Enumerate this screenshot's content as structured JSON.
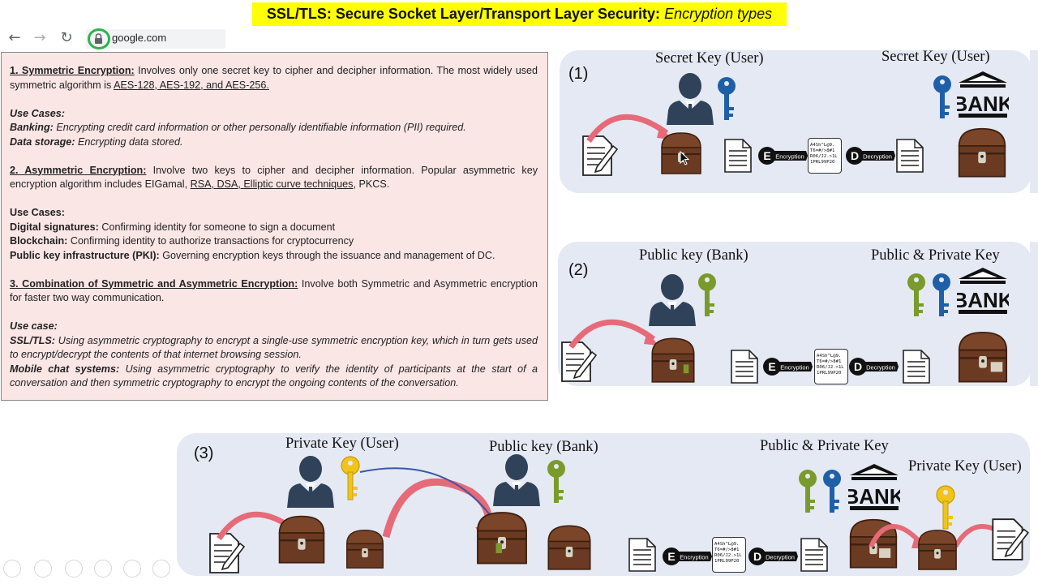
{
  "title": {
    "main": "SSL/TLS: Secure Socket Layer/Transport Layer Security:",
    "italic": "Encryption types"
  },
  "browser": {
    "back": "←",
    "forward": "→",
    "reload": "↻",
    "url": "google.com"
  },
  "text_panel": {
    "s1_heading": "1. Symmetric Encryption:",
    "s1_body": " Involves only one secret key to cipher and decipher information. The most widely used symmetric algorithm is ",
    "s1_algos": "AES-128, AES-192, and AES-256.",
    "uc1_heading": "Use Cases:",
    "uc1_a_label": "Banking:",
    "uc1_a_text": " Encrypting credit card information or other personally identifiable information (PII) required.",
    "uc1_b_label": "Data storage:",
    "uc1_b_text": " Encrypting data stored.",
    "s2_heading": "2. Asymmetric Encryption:",
    "s2_body": "  Involve two keys to cipher and decipher information. Popular asymmetric key encryption algorithm includes EIGamal, ",
    "s2_algos": "RSA, DSA, Elliptic curve techniques",
    "s2_tail": ", PKCS.",
    "uc2_heading": "Use Cases:",
    "uc2_a_label": "Digital signatures:",
    "uc2_a_text": " Confirming identity for someone to sign a document",
    "uc2_b_label": "Blockchain:",
    "uc2_b_text": " Confirming identity to authorize transactions for cryptocurrency",
    "uc2_c_label": "Public key infrastructure (PKI):",
    "uc2_c_text": " Governing encryption keys through the issuance and management of DC.",
    "s3_heading": "3. Combination of Symmetric and Asymmetric Encryption:",
    "s3_body": " Involve both Symmetric and Asymmetric encryption for faster two way communication.",
    "uc3_heading": "Use case:",
    "uc3_a_label": "SSL/TLS:",
    "uc3_a_text": " Using asymmetric cryptography to encrypt a single-use symmetric encryption key, which in turn gets used to encrypt/decrypt the contents of that internet browsing session.",
    "uc3_b_label": "Mobile chat systems:",
    "uc3_b_text": " Using asymmetric cryptography to verify the identity of participants at the start of a conversation and then symmetric cryptography to encrypt the ongoing contents of the conversation."
  },
  "diagram1": {
    "num": "(1)",
    "left_label": "Secret Key (User)",
    "right_label": "Secret Key (User)"
  },
  "diagram2": {
    "num": "(2)",
    "left_label": "Public key (Bank)",
    "right_label": "Public & Private Key"
  },
  "diagram3": {
    "num": "(3)",
    "label_a": "Private Key (User)",
    "label_b": "Public key (Bank)",
    "label_c": "Public & Private Key",
    "label_d": "Private Key (User)"
  },
  "icons": {
    "bank_text": "BANK",
    "encryption": "Encryption",
    "decryption": "Decryption",
    "cipher_text": "A4Sh^L@9.\nT6=#/>8#1\nR06/J2.>1L\n1PRL99P20"
  },
  "colors": {
    "title_bg": "#ffff00",
    "panel_bg": "#e4e9f3",
    "text_panel_bg": "#fbe6e6",
    "blue_key": "#1f5fa8",
    "green_key": "#7a9b2c",
    "gold_key": "#f0c419",
    "chest": "#6b3a22",
    "arrow": "#e66a78",
    "person": "#2f4259"
  }
}
